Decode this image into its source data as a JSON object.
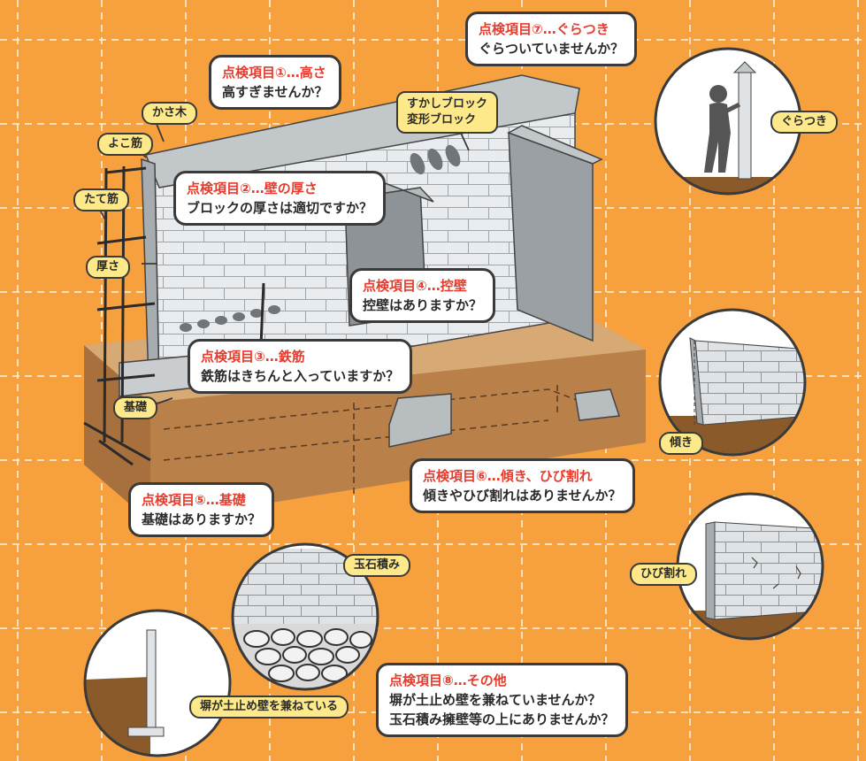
{
  "colors": {
    "background": "#f7a13e",
    "title_red": "#e43c2e",
    "tag_yellow": "#fde98a",
    "outline": "#3a3a3a"
  },
  "checks": [
    {
      "title": "点検項目①…高さ",
      "body": [
        "高すぎませんか？"
      ]
    },
    {
      "title": "点検項目②…壁の厚さ",
      "body": [
        "ブロックの厚さは適切ですか？"
      ]
    },
    {
      "title": "点検項目③…鉄筋",
      "body": [
        "鉄筋はきちんと入っていますか？"
      ]
    },
    {
      "title": "点検項目④…控壁",
      "body": [
        "控壁はありますか？"
      ]
    },
    {
      "title": "点検項目⑤…基礎",
      "body": [
        "基礎はありますか？"
      ]
    },
    {
      "title": "点検項目⑥…傾き、ひび割れ",
      "body": [
        "傾きやひび割れはありませんか？"
      ]
    },
    {
      "title": "点検項目⑦…ぐらつき",
      "body": [
        "ぐらついていませんか？"
      ]
    },
    {
      "title": "点検項目⑧…その他",
      "body": [
        "塀が土止め壁を兼ねていませんか？",
        "玉石積み擁壁等の上にありませんか？"
      ]
    }
  ],
  "labels": {
    "kasagi": "かさ木",
    "yokosuji": "よこ筋",
    "tatesuji": "たて筋",
    "atsusa": "厚さ",
    "kiso": "基礎",
    "sukashi": [
      "すかしブロック",
      "変形ブロック"
    ],
    "guratsuki": "ぐらつき",
    "katamuki": "傾き",
    "hibiware": "ひび割れ",
    "tamaishi": "玉石積み",
    "dodome": "塀が土止め壁を兼ねている"
  }
}
